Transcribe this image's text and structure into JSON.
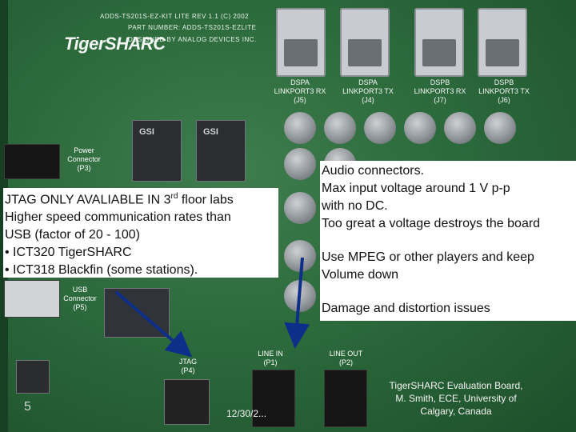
{
  "board": {
    "header_line": "ADDS-TS201S-EZ-KIT LITE   REV 1.1   (C) 2002",
    "part_number": "PART NUMBER: ADDS-TS201S-EZLITE",
    "designed_by": "DESIGNED BY ANALOG DEVICES INC.",
    "logo": "TigerSHARC",
    "chip_label": "GSI"
  },
  "connectors": {
    "power": "Power\nConnector\n(P3)",
    "usb": "USB\nConnector\n(P5)",
    "jtag": "JTAG\n(P4)",
    "line_in": "LINE IN\n(P1)",
    "line_out": "LINE OUT\n(P2)",
    "j5": "DSPA\nLINKPORT3 RX\n(J5)",
    "j4": "DSPA\nLINKPORT3 TX\n(J4)",
    "j7": "DSPB\nLINKPORT3 RX\n(J7)",
    "j6": "DSPB\nLINKPORT3 TX\n(J6)"
  },
  "left_box": {
    "line1_pre": "JTAG ONLY AVALIABLE IN 3",
    "line1_sup": "rd",
    "line1_post": " floor labs",
    "line2": "Higher speed communication rates than",
    "line3": "USB (factor of 20 - 100)",
    "bullet1": "• ICT320 TigerSHARC",
    "bullet2": "• ICT318 Blackfin (some stations)."
  },
  "right_box": {
    "line1": "Audio connectors.",
    "line2": "Max input voltage around 1 V p-p",
    "line3": "with no DC.",
    "line4": "Too great a voltage destroys the board",
    "line5": "Use MPEG or other players and keep",
    "line6": "Volume down",
    "line7": "Damage and distortion issues"
  },
  "footer": {
    "slide_number": "5",
    "date": "12/30/2...",
    "credit": "TigerSHARC Evaluation Board,\nM. Smith, ECE, University of\nCalgary, Canada"
  }
}
